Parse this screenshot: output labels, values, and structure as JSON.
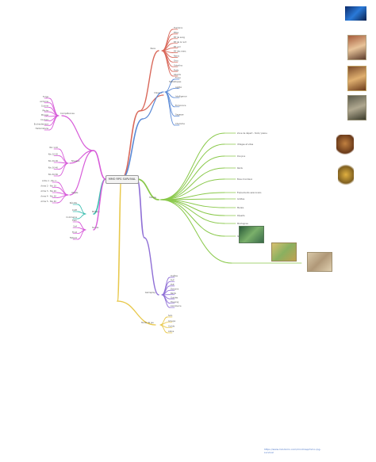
{
  "root": "MMO RPG SURVIVAL",
  "colors": {
    "red": "#d9685a",
    "blue": "#5b8ad6",
    "magenta": "#d75cd9",
    "teal": "#3fbfb2",
    "green": "#8ac94b",
    "yellow": "#e8c84b",
    "purple": "#8f6fd6",
    "link": "#4f79c9"
  },
  "branches": {
    "top_red": {
      "label": "Race",
      "leaves": [
        "Humains",
        "Elfes",
        "Elf de sang",
        "Elf de la nuit",
        "Elf noir",
        "Elf des mers",
        "Nains",
        "Orcs",
        "Gobelins",
        "Trolls",
        "Géants"
      ]
    },
    "mid_red": {
      "label": "Classes",
      "leaves": [
        "Guerrier",
        "Paladin",
        "Archer",
        "Chasseur",
        "Mage",
        "Prêtre",
        "Voleur",
        "Druide",
        "Nécromancien"
      ]
    },
    "blue": {
      "label": "Statistiques",
      "leaves": [
        "Force",
        "Agilité",
        "Intelligence",
        "Endurance",
        "Sagesse",
        "Charisme"
      ]
    },
    "left_top": {
      "label": "Compétences",
      "leaves": [
        "Forge",
        "Alchimie",
        "Cuisine",
        "Pêche",
        "Minage",
        "Couture",
        "Enchantement",
        "Herboristerie"
      ]
    },
    "left_stats": {
      "label": "Niveaux",
      "sub": [
        "Niv 1-10",
        "Niv 10-20",
        "Niv 20-30",
        "Niv 30-40",
        "Niv 40-50"
      ]
    },
    "left_items": {
      "label": "Objets",
      "leaves": [
        "Arme 1 - Niv 1",
        "Arme 2 - Niv 10",
        "Arme 3 - Niv 20",
        "Arme 4 - Niv 30",
        "Arme 5 - Niv 40"
      ]
    },
    "teal": {
      "label": "Métiers",
      "leaves": [
        "Récolte",
        "Craft",
        "Commerce"
      ]
    },
    "magenta_low": {
      "label": "Survie",
      "leaves": [
        "Faim",
        "Soif",
        "Froid",
        "Fatigue"
      ]
    },
    "green": {
      "label": "Monde",
      "items": [
        "Zone de départ - forêt / plaine",
        "Villages et villes",
        "Donjons",
        "Raids",
        "Boss mondiaux",
        "Événements saisonniers",
        "Grottes",
        "Marais",
        "Déserts",
        "Montagnes",
        "Îles flottantes"
      ]
    },
    "purple": {
      "label": "Gameplay",
      "leaves": [
        "Quêtes",
        "PvP",
        "PvE",
        "Donjons",
        "Raids",
        "Guildes",
        "Housing",
        "Commerce"
      ]
    },
    "yellow": {
      "label": "Mode de jeu",
      "leaves": [
        "Solo",
        "Groupe",
        "Guilde",
        "Arène"
      ]
    }
  },
  "footer": "https://www.mindomo.com/mindmap/mmo-rpg-survival"
}
